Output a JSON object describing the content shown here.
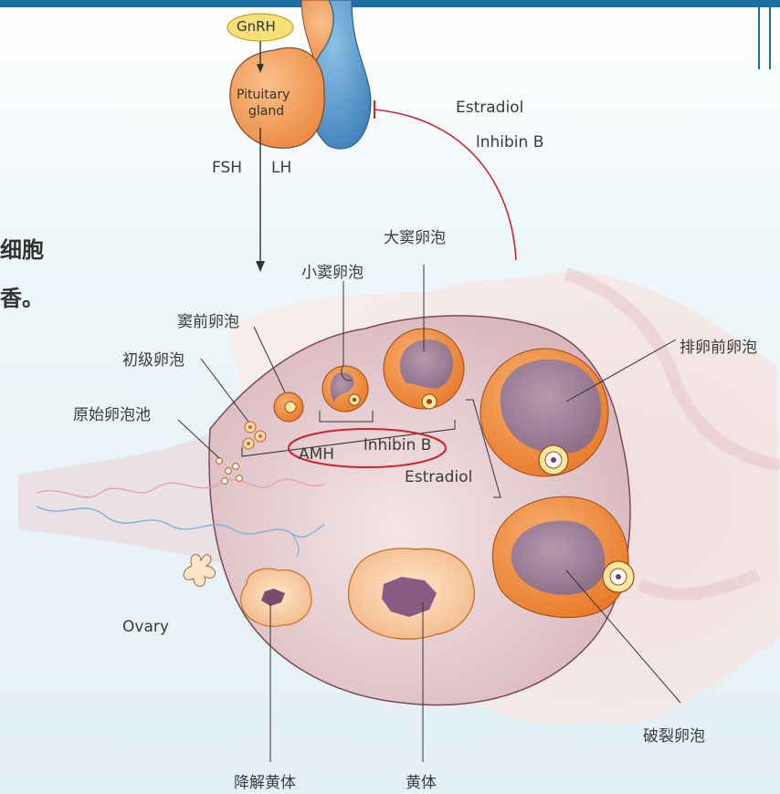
{
  "hormones": {
    "gnrh": "GnRH",
    "pituitary_line1": "Pituitary",
    "pituitary_line2": "gland",
    "fsh": "FSH",
    "lh": "LH",
    "estradiol_top": "Estradiol",
    "inhibin_top": "lnhibin B",
    "amh": "AMH",
    "inhibin_mid": "lnhibin B",
    "estradiol_mid": "Estradiol"
  },
  "follicles": {
    "primordial_pool": "原始卵泡池",
    "primary": "初级卵泡",
    "preantral": "窦前卵泡",
    "small_antral": "小窦卵泡",
    "large_antral": "大窦卵泡",
    "preovulatory": "排卵前卵泡",
    "ruptured": "破裂卵泡",
    "corpus_albicans": "降解黄体",
    "corpus_luteum": "黄体",
    "ovary": "Ovary"
  },
  "side_text": {
    "line1": "细胞",
    "line2": "香。"
  },
  "colors": {
    "accent_blue": "#1f6fa3",
    "follicle_orange": "#ef8a3a",
    "follicle_purple": "#9a7a94",
    "ovary_pink": "#e8cfd2",
    "inhibit_red": "#c8242b"
  }
}
